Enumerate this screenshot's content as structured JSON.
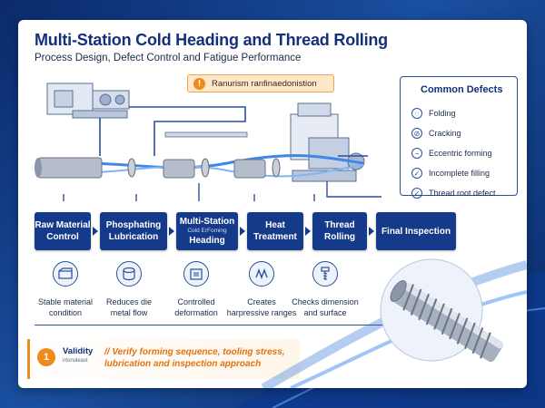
{
  "header": {
    "title": "Multi-Station Cold Heading and Thread Rolling",
    "subtitle": "Process Design, Defect Control and Fatigue Performance"
  },
  "alert": {
    "text": "Ranurism ranfinaedonistion",
    "icon": "warning-icon"
  },
  "defects": {
    "title": "Common Defects",
    "items": [
      {
        "label": "Folding",
        "icon": "fold-icon"
      },
      {
        "label": "Cracking",
        "icon": "crack-icon"
      },
      {
        "label": "Eccentric forming",
        "icon": "minus-circle-icon"
      },
      {
        "label": "Incomplete filling",
        "icon": "check-circle-icon"
      },
      {
        "label": "Thread root defect",
        "icon": "check-circle-icon"
      }
    ]
  },
  "steps": [
    {
      "line1": "Raw Material",
      "line2": "Control",
      "small": ""
    },
    {
      "line1": "Phosphating",
      "line2": "Lubrication",
      "small": ""
    },
    {
      "line1": "Multi-Station",
      "line2": "Heading",
      "small": "Cold ErFoming"
    },
    {
      "line1": "Heat",
      "line2": "Treatment",
      "small": ""
    },
    {
      "line1": "Thread",
      "line2": "Rolling",
      "small": ""
    },
    {
      "line1": "Final Inspection",
      "line2": "",
      "small": ""
    }
  ],
  "step_icons": [
    "bar-stock-icon",
    "coating-drum-icon",
    "heading-die-icon",
    "spring-coil-icon",
    "screw-icon"
  ],
  "descriptions": [
    {
      "line1": "Stable material",
      "line2": "condition"
    },
    {
      "line1": "Reduces die",
      "line2": "metal flow"
    },
    {
      "line1": "Controlled",
      "line2": "deformation"
    },
    {
      "line1": "Creates",
      "line2": "harpressive ranges"
    },
    {
      "line1": "Checks dimension",
      "line2": "and surface"
    }
  ],
  "validity": {
    "number": "1",
    "label": "Validity",
    "sublabel": "ntonuleast",
    "text": "// Verify forming sequence, tooling stress, lubrication and inspection approach"
  },
  "colors": {
    "navy": "#163a8a",
    "accent_orange": "#f08a1c",
    "background": "#0b2a6b"
  }
}
